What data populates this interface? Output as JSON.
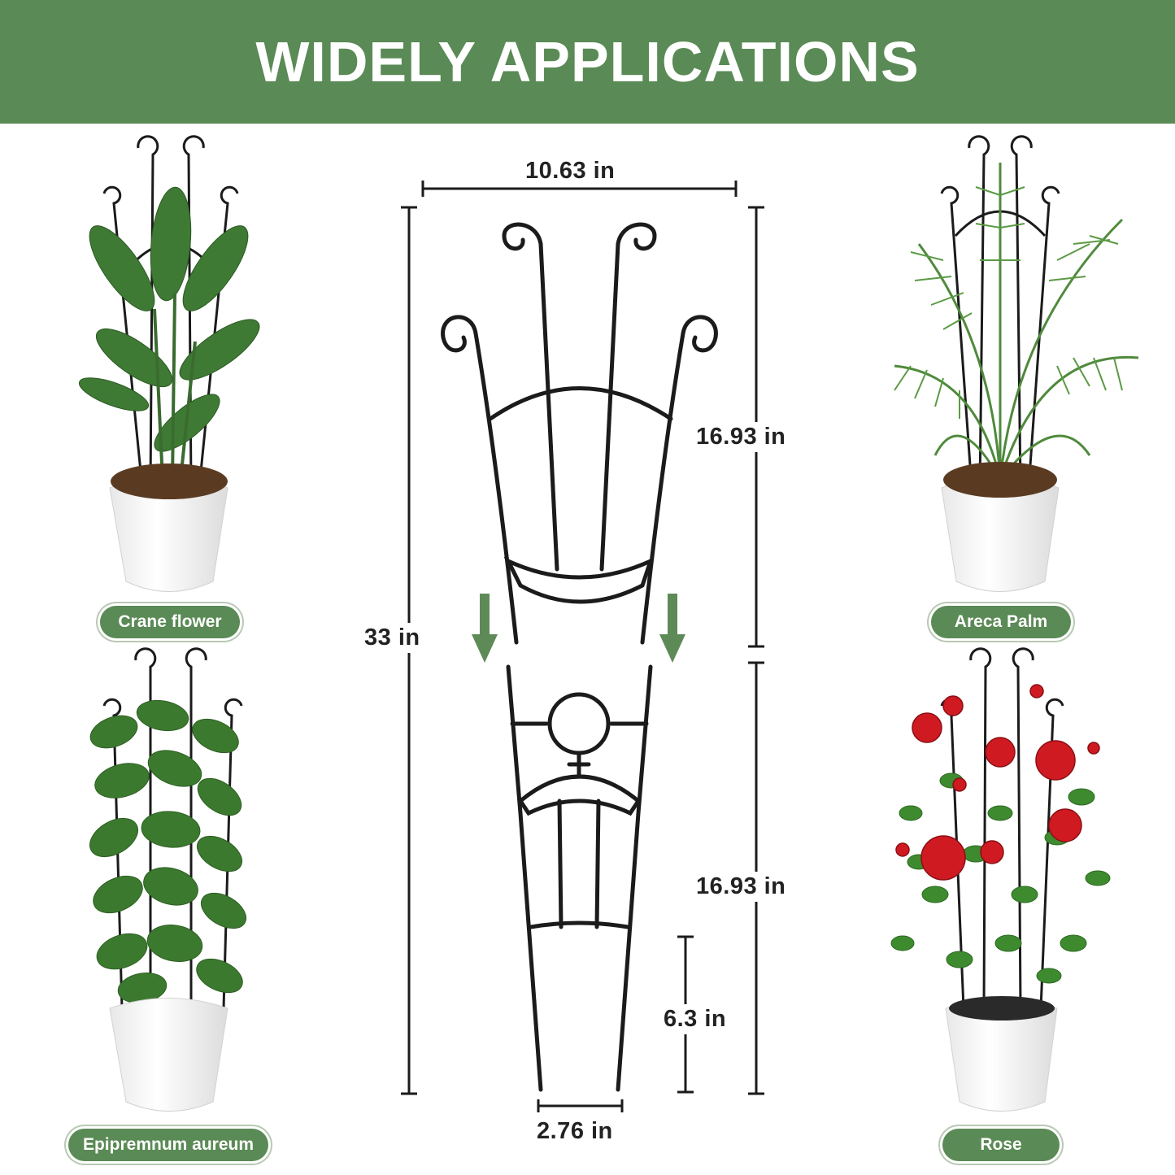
{
  "header": {
    "title": "WIDELY APPLICATIONS"
  },
  "plants": [
    {
      "label": "Crane flower"
    },
    {
      "label": "Areca Palm"
    },
    {
      "label": "Epipremnum aureum"
    },
    {
      "label": "Rose"
    }
  ],
  "dimensions": {
    "top_width": "10.63 in",
    "total_height": "33 in",
    "upper_section": "16.93 in",
    "lower_section": "16.93 in",
    "stake_length": "6.3 in",
    "bottom_width": "2.76 in"
  },
  "colors": {
    "banner": "#5a8a55",
    "arrow": "#5e8a57",
    "trellis": "#1b1b1b",
    "rose": "#d01a22",
    "leaf": "#3f7a34"
  }
}
